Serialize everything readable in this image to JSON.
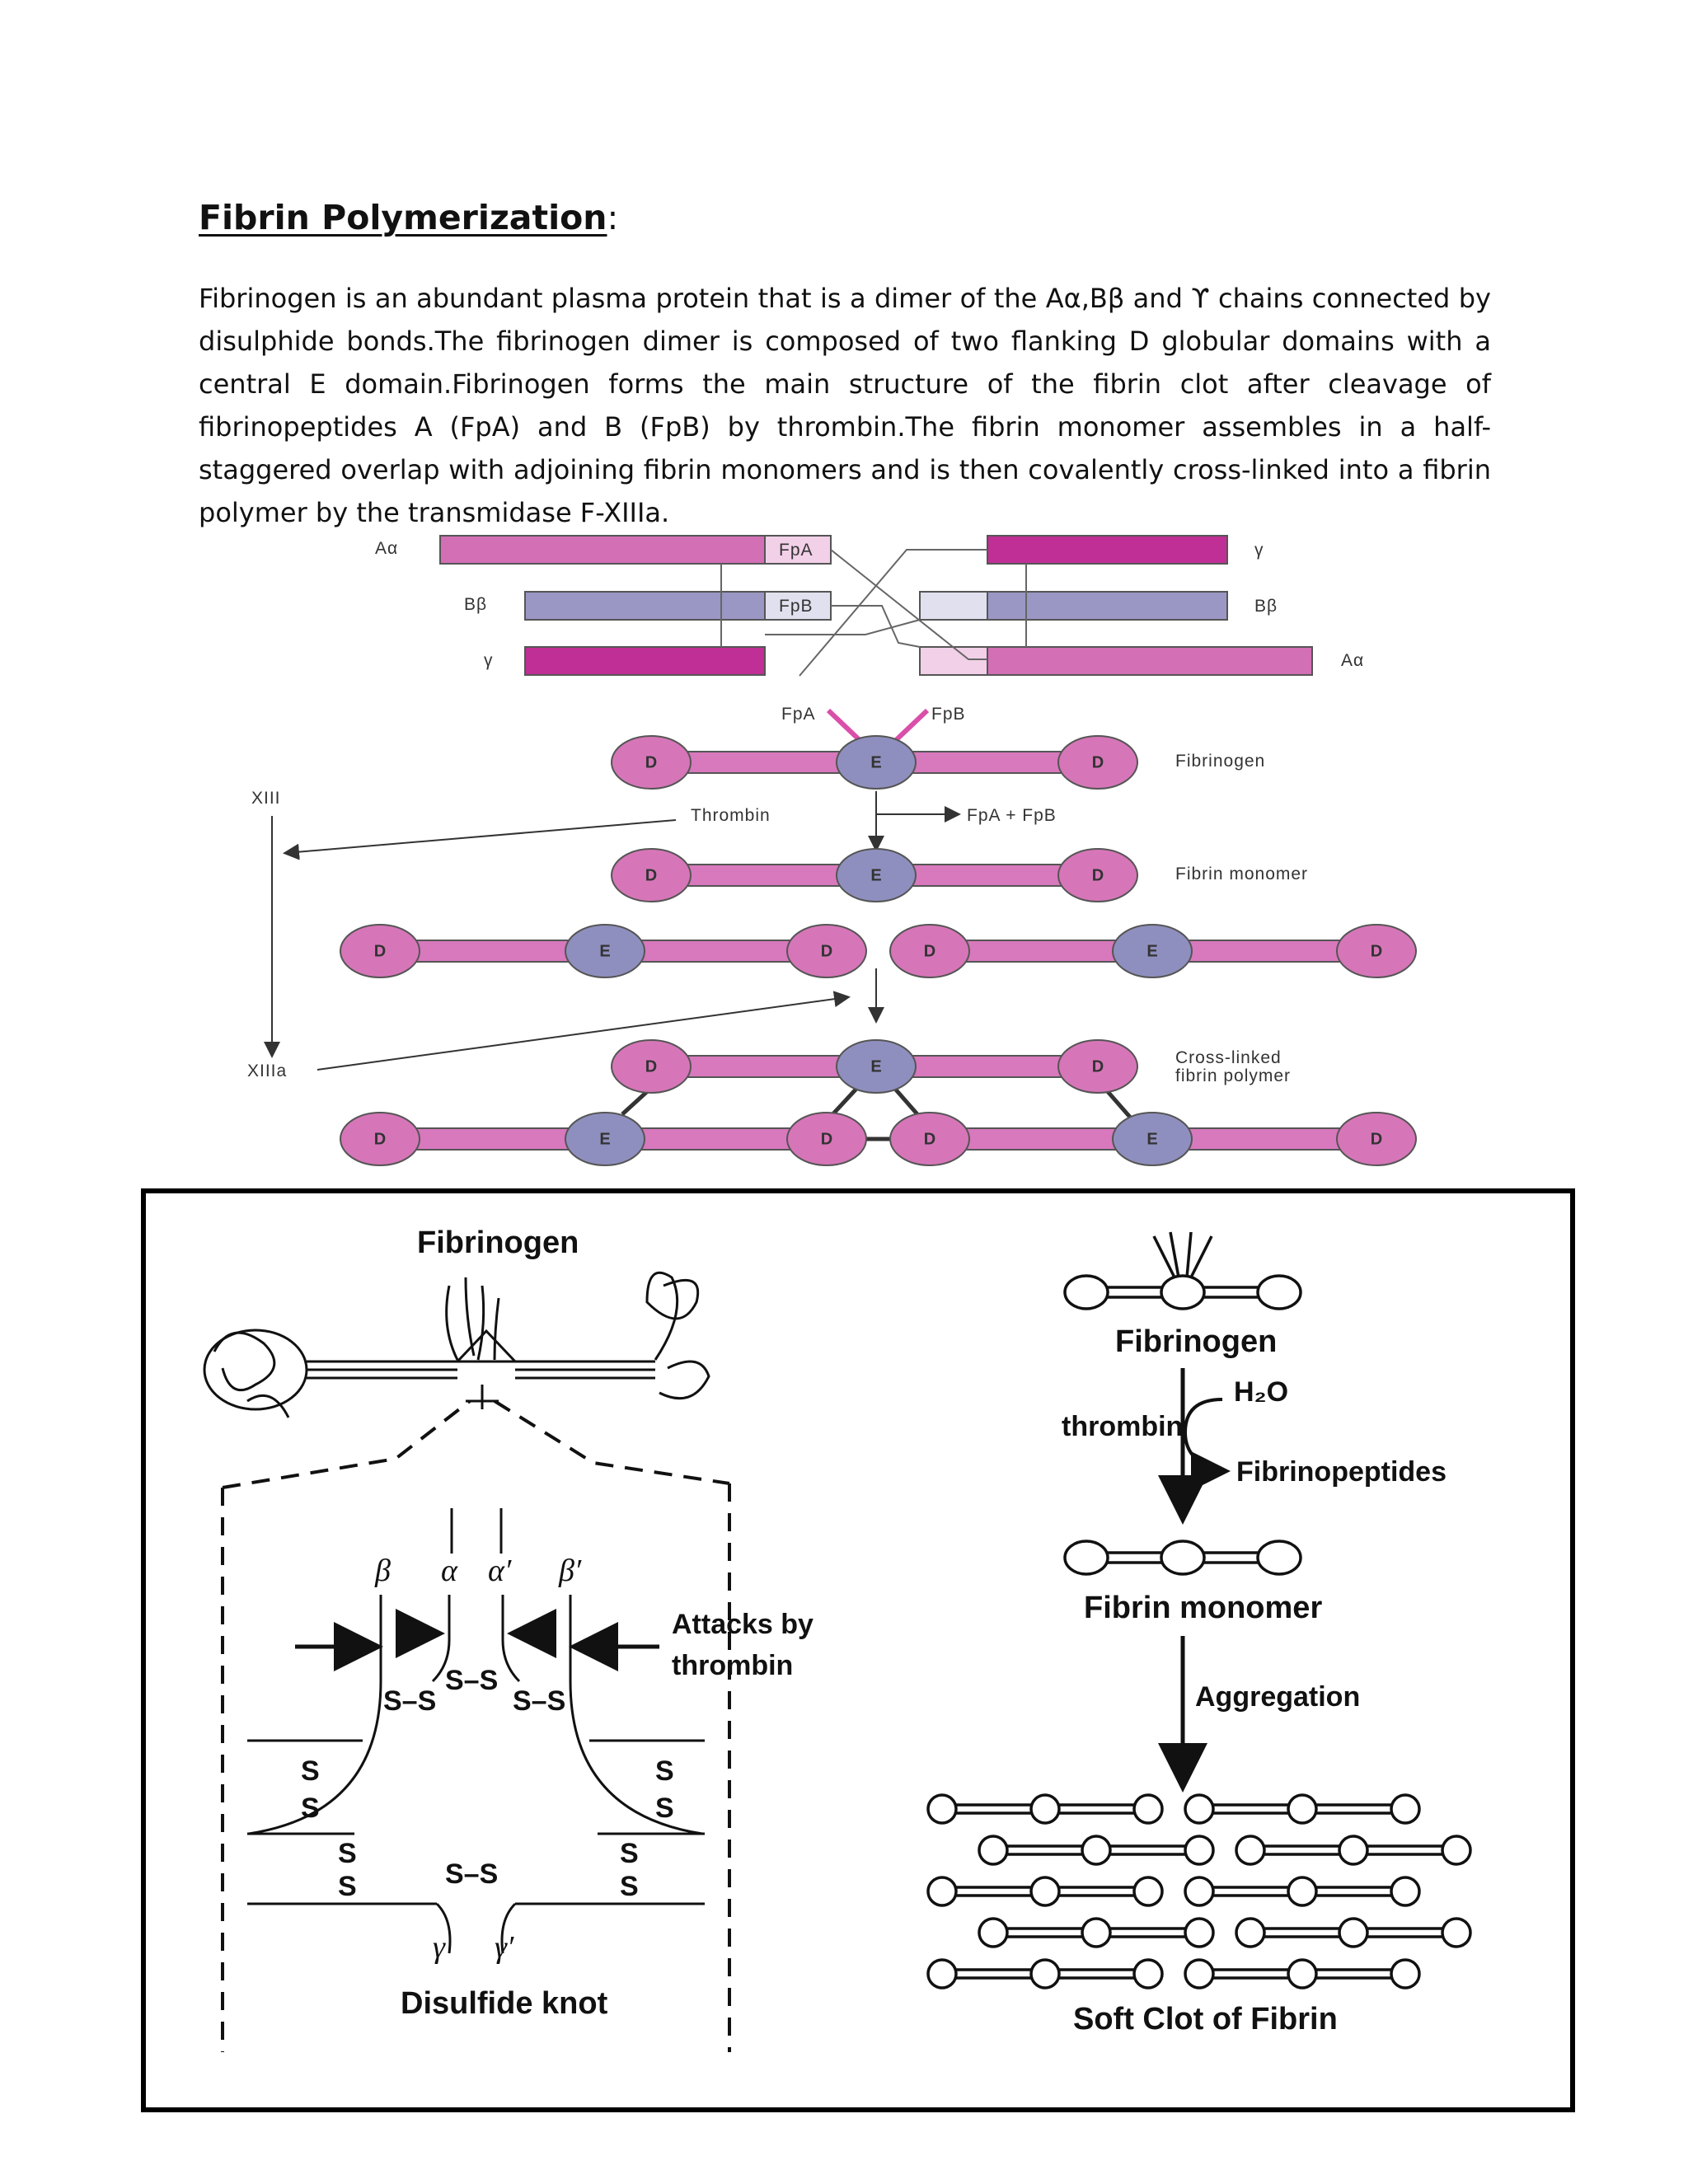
{
  "heading": {
    "title": "Fibrin Polymerization",
    "colon": ":"
  },
  "paragraph": {
    "text": "Fibrinogen is an abundant plasma protein that is a dimer of the Aα,Bβ and ϒ chains connected by disulphide bonds.The fibrinogen dimer is composed of two flanking D globular domains with a central E domain.Fibrinogen forms the main structure of the fibrin clot after cleavage of fibrinopeptides A (FpA) and B (FpB) by thrombin.The fibrin monomer assembles in a half-staggered overlap with adjoining fibrin monomers and is then covalently cross-linked into a fibrin polymer by the transmidase F-XIIIa."
  },
  "top_figure": {
    "chain_labels": {
      "a_alpha": "Aα",
      "b_beta": "Bβ",
      "gamma": "γ"
    },
    "fpa": "FpA",
    "fpb": "FpB",
    "domain_d": "D",
    "domain_e": "E",
    "fibrinogen": "Fibrinogen",
    "thrombin": "Thrombin",
    "fpa_fpb": "FpA + FpB",
    "fibrin_monomer": "Fibrin monomer",
    "xiii": "XIII",
    "xiiia": "XIIIa",
    "crosslinked_line1": "Cross-linked",
    "crosslinked_line2": "fibrin polymer",
    "colors": {
      "a_alpha": "#d36fb5",
      "b_beta": "#9a97c4",
      "gamma": "#c02f95",
      "rod": "#d878bd",
      "d_domain": "#d676b8",
      "e_domain": "#8f8fbf"
    }
  },
  "bottom_left": {
    "title": "Fibrinogen",
    "beta": "β",
    "alpha": "α",
    "alpha_prime": "α′",
    "beta_prime": "β′",
    "attacks_line1": "Attacks by",
    "attacks_line2": "thrombin",
    "ss": "S–S",
    "s_letter": "S",
    "gamma": "γ",
    "gamma_prime": "γ′",
    "knot": "Disulfide knot"
  },
  "bottom_right": {
    "fibrinogen": "Fibrinogen",
    "h2o": "H₂O",
    "thrombin": "thrombin",
    "fibrinopeptides": "Fibrinopeptides",
    "fibrin_monomer": "Fibrin monomer",
    "aggregation": "Aggregation",
    "soft_clot": "Soft Clot of Fibrin"
  }
}
